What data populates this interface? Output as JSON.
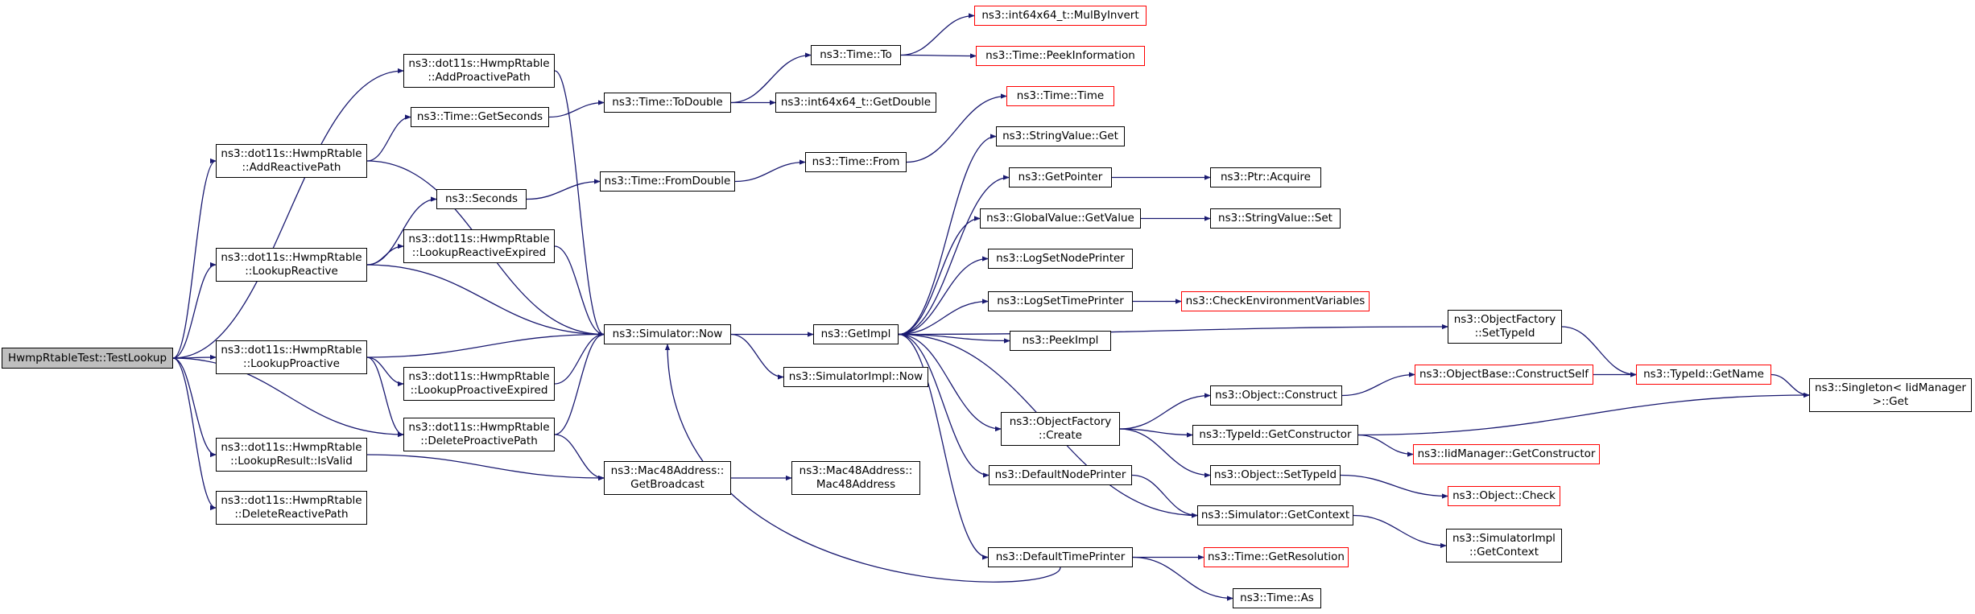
{
  "colors": {
    "edge": "#191970",
    "border": "#000000",
    "incomplete_border": "#ff0000",
    "root_fill": "#bfbfbf",
    "background": "#ffffff"
  },
  "nodes": [
    {
      "id": "root",
      "lines": [
        "HwmpRtableTest::TestLookup"
      ],
      "style": "root"
    },
    {
      "id": "addProactive",
      "lines": [
        "ns3::dot11s::HwmpRtable",
        "::AddProactivePath"
      ],
      "style": "normal"
    },
    {
      "id": "addReactive",
      "lines": [
        "ns3::dot11s::HwmpRtable",
        "::AddReactivePath"
      ],
      "style": "normal"
    },
    {
      "id": "lookupReactive",
      "lines": [
        "ns3::dot11s::HwmpRtable",
        "::LookupReactive"
      ],
      "style": "normal"
    },
    {
      "id": "lookupProactive",
      "lines": [
        "ns3::dot11s::HwmpRtable",
        "::LookupProactive"
      ],
      "style": "normal"
    },
    {
      "id": "isValid",
      "lines": [
        "ns3::dot11s::HwmpRtable",
        "::LookupResult::IsValid"
      ],
      "style": "normal"
    },
    {
      "id": "deleteReactive",
      "lines": [
        "ns3::dot11s::HwmpRtable",
        "::DeleteReactivePath"
      ],
      "style": "normal"
    },
    {
      "id": "getSeconds",
      "lines": [
        "ns3::Time::GetSeconds"
      ],
      "style": "normal"
    },
    {
      "id": "seconds",
      "lines": [
        "ns3::Seconds"
      ],
      "style": "normal"
    },
    {
      "id": "lookupReactiveExpired",
      "lines": [
        "ns3::dot11s::HwmpRtable",
        "::LookupReactiveExpired"
      ],
      "style": "normal"
    },
    {
      "id": "lookupProactiveExpired",
      "lines": [
        "ns3::dot11s::HwmpRtable",
        "::LookupProactiveExpired"
      ],
      "style": "normal"
    },
    {
      "id": "deleteProactive",
      "lines": [
        "ns3::dot11s::HwmpRtable",
        "::DeleteProactivePath"
      ],
      "style": "normal"
    },
    {
      "id": "toDouble",
      "lines": [
        "ns3::Time::ToDouble"
      ],
      "style": "normal"
    },
    {
      "id": "fromDouble",
      "lines": [
        "ns3::Time::FromDouble"
      ],
      "style": "normal"
    },
    {
      "id": "simNow",
      "lines": [
        "ns3::Simulator::Now"
      ],
      "style": "normal"
    },
    {
      "id": "getBroadcast",
      "lines": [
        "ns3::Mac48Address::",
        "GetBroadcast"
      ],
      "style": "normal"
    },
    {
      "id": "timeTo",
      "lines": [
        "ns3::Time::To"
      ],
      "style": "normal"
    },
    {
      "id": "int64GetDouble",
      "lines": [
        "ns3::int64x64_t::GetDouble"
      ],
      "style": "normal"
    },
    {
      "id": "timeFrom",
      "lines": [
        "ns3::Time::From"
      ],
      "style": "normal"
    },
    {
      "id": "getImpl",
      "lines": [
        "ns3::GetImpl"
      ],
      "style": "normal"
    },
    {
      "id": "simImplNow",
      "lines": [
        "ns3::SimulatorImpl::Now"
      ],
      "style": "normal"
    },
    {
      "id": "mac48Ctor",
      "lines": [
        "ns3::Mac48Address::",
        "Mac48Address"
      ],
      "style": "normal"
    },
    {
      "id": "mulByInvert",
      "lines": [
        "ns3::int64x64_t::MulByInvert"
      ],
      "style": "red"
    },
    {
      "id": "peekInformation",
      "lines": [
        "ns3::Time::PeekInformation"
      ],
      "style": "red"
    },
    {
      "id": "timeTime",
      "lines": [
        "ns3::Time::Time"
      ],
      "style": "red"
    },
    {
      "id": "stringValueGet",
      "lines": [
        "ns3::StringValue::Get"
      ],
      "style": "normal"
    },
    {
      "id": "getPointer",
      "lines": [
        "ns3::GetPointer"
      ],
      "style": "normal"
    },
    {
      "id": "globalGetValue",
      "lines": [
        "ns3::GlobalValue::GetValue"
      ],
      "style": "normal"
    },
    {
      "id": "logSetNodePrinter",
      "lines": [
        "ns3::LogSetNodePrinter"
      ],
      "style": "normal"
    },
    {
      "id": "logSetTimePrinter",
      "lines": [
        "ns3::LogSetTimePrinter"
      ],
      "style": "normal"
    },
    {
      "id": "peekImpl",
      "lines": [
        "ns3::PeekImpl"
      ],
      "style": "normal"
    },
    {
      "id": "ofCreate",
      "lines": [
        "ns3::ObjectFactory",
        "::Create"
      ],
      "style": "normal"
    },
    {
      "id": "defaultNodePrinter",
      "lines": [
        "ns3::DefaultNodePrinter"
      ],
      "style": "normal"
    },
    {
      "id": "defaultTimePrinter",
      "lines": [
        "ns3::DefaultTimePrinter"
      ],
      "style": "normal"
    },
    {
      "id": "ptrAcquire",
      "lines": [
        "ns3::Ptr::Acquire"
      ],
      "style": "normal"
    },
    {
      "id": "stringValueSet",
      "lines": [
        "ns3::StringValue::Set"
      ],
      "style": "normal"
    },
    {
      "id": "checkEnv",
      "lines": [
        "ns3::CheckEnvironmentVariables"
      ],
      "style": "red"
    },
    {
      "id": "objConstruct",
      "lines": [
        "ns3::Object::Construct"
      ],
      "style": "normal"
    },
    {
      "id": "typeIdGetCtor",
      "lines": [
        "ns3::TypeId::GetConstructor"
      ],
      "style": "normal"
    },
    {
      "id": "objSetTypeId",
      "lines": [
        "ns3::Object::SetTypeId"
      ],
      "style": "normal"
    },
    {
      "id": "simGetContext",
      "lines": [
        "ns3::Simulator::GetContext"
      ],
      "style": "normal"
    },
    {
      "id": "timeGetResolution",
      "lines": [
        "ns3::Time::GetResolution"
      ],
      "style": "red"
    },
    {
      "id": "timeAs",
      "lines": [
        "ns3::Time::As"
      ],
      "style": "normal"
    },
    {
      "id": "ofSetTypeId",
      "lines": [
        "ns3::ObjectFactory",
        "::SetTypeId"
      ],
      "style": "normal"
    },
    {
      "id": "constructSelf",
      "lines": [
        "ns3::ObjectBase::ConstructSelf"
      ],
      "style": "red"
    },
    {
      "id": "iidGetCtor",
      "lines": [
        "ns3::IidManager::GetConstructor"
      ],
      "style": "red"
    },
    {
      "id": "objCheck",
      "lines": [
        "ns3::Object::Check"
      ],
      "style": "red"
    },
    {
      "id": "simImplGetContext",
      "lines": [
        "ns3::SimulatorImpl",
        "::GetContext"
      ],
      "style": "normal"
    },
    {
      "id": "typeIdGetName",
      "lines": [
        "ns3::TypeId::GetName"
      ],
      "style": "red"
    },
    {
      "id": "singletonGet",
      "lines": [
        "ns3::Singleton< IidManager",
        ">::Get"
      ],
      "style": "normal"
    }
  ],
  "edges": [
    [
      "root",
      "addProactive"
    ],
    [
      "root",
      "addReactive"
    ],
    [
      "root",
      "lookupReactive"
    ],
    [
      "root",
      "lookupProactive"
    ],
    [
      "root",
      "isValid"
    ],
    [
      "root",
      "deleteReactive"
    ],
    [
      "root",
      "deleteProactive"
    ],
    [
      "addProactive",
      "simNow"
    ],
    [
      "addReactive",
      "getSeconds"
    ],
    [
      "addReactive",
      "simNow"
    ],
    [
      "lookupReactive",
      "seconds"
    ],
    [
      "lookupReactive",
      "lookupReactiveExpired"
    ],
    [
      "lookupReactive",
      "simNow"
    ],
    [
      "lookupProactive",
      "simNow"
    ],
    [
      "lookupProactive",
      "lookupProactiveExpired"
    ],
    [
      "lookupProactive",
      "deleteProactive"
    ],
    [
      "isValid",
      "getBroadcast"
    ],
    [
      "getSeconds",
      "toDouble"
    ],
    [
      "seconds",
      "fromDouble"
    ],
    [
      "lookupReactiveExpired",
      "simNow"
    ],
    [
      "lookupProactiveExpired",
      "simNow"
    ],
    [
      "deleteProactive",
      "simNow"
    ],
    [
      "deleteProactive",
      "getBroadcast"
    ],
    [
      "toDouble",
      "timeTo"
    ],
    [
      "toDouble",
      "int64GetDouble"
    ],
    [
      "fromDouble",
      "timeFrom"
    ],
    [
      "simNow",
      "getImpl"
    ],
    [
      "simNow",
      "simImplNow"
    ],
    [
      "getBroadcast",
      "mac48Ctor"
    ],
    [
      "timeTo",
      "mulByInvert"
    ],
    [
      "timeTo",
      "peekInformation"
    ],
    [
      "timeFrom",
      "timeTime"
    ],
    [
      "getImpl",
      "stringValueGet"
    ],
    [
      "getImpl",
      "getPointer"
    ],
    [
      "getImpl",
      "globalGetValue"
    ],
    [
      "getImpl",
      "logSetNodePrinter"
    ],
    [
      "getImpl",
      "logSetTimePrinter"
    ],
    [
      "getImpl",
      "peekImpl"
    ],
    [
      "getImpl",
      "ofCreate"
    ],
    [
      "getImpl",
      "defaultNodePrinter"
    ],
    [
      "getImpl",
      "defaultTimePrinter"
    ],
    [
      "getImpl",
      "ofSetTypeId"
    ],
    [
      "getImpl",
      "simGetContext"
    ],
    [
      "getPointer",
      "ptrAcquire"
    ],
    [
      "globalGetValue",
      "stringValueSet"
    ],
    [
      "logSetTimePrinter",
      "checkEnv"
    ],
    [
      "ofCreate",
      "objConstruct"
    ],
    [
      "ofCreate",
      "typeIdGetCtor"
    ],
    [
      "ofCreate",
      "objSetTypeId"
    ],
    [
      "defaultNodePrinter",
      "simGetContext"
    ],
    [
      "defaultTimePrinter",
      "simNow"
    ],
    [
      "defaultTimePrinter",
      "timeGetResolution"
    ],
    [
      "defaultTimePrinter",
      "timeAs"
    ],
    [
      "objConstruct",
      "constructSelf"
    ],
    [
      "typeIdGetCtor",
      "iidGetCtor"
    ],
    [
      "typeIdGetCtor",
      "singletonGet"
    ],
    [
      "objSetTypeId",
      "objCheck"
    ],
    [
      "simGetContext",
      "simImplGetContext"
    ],
    [
      "ofSetTypeId",
      "typeIdGetName"
    ],
    [
      "constructSelf",
      "typeIdGetName"
    ],
    [
      "typeIdGetName",
      "singletonGet"
    ]
  ]
}
